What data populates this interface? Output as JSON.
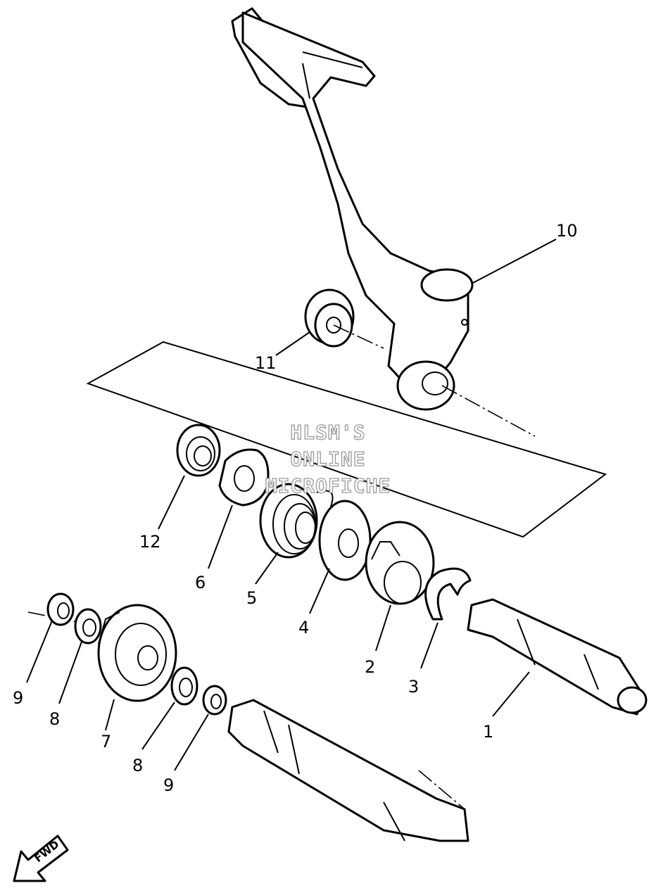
{
  "watermark": {
    "line1": "HLSM'S",
    "line2": "ONLINE",
    "line3": "MICROFICHE"
  },
  "direction_marker": {
    "label": "FWD",
    "icon": "arrow-left-down-icon"
  },
  "callouts": {
    "c1": "1",
    "c2": "2",
    "c3": "3",
    "c4": "4",
    "c5": "5",
    "c6": "6",
    "c7": "7",
    "c8a": "8",
    "c8b": "8",
    "c9a": "9",
    "c9b": "9",
    "c10": "10",
    "c11": "11",
    "c12": "12"
  }
}
